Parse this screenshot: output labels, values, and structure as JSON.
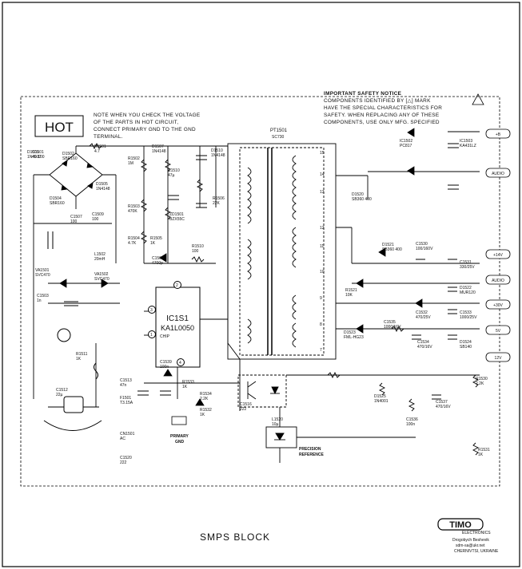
{
  "hot_label": "HOT",
  "check_note": [
    "NOTE WHEN YOU CHECK THE VOLTAGE",
    "OF THE PARTS IN HOT CIRCUIT,",
    "CONNECT PRIMARY GND TO THE GND",
    "TERMINAL."
  ],
  "safety_notice": {
    "title": "IMPORTANT SAFETY NOTICE",
    "lines": [
      "COMPONENTS IDENTIFIED BY [△] MARK",
      "HAVE THE SPECIAL CHARACTERISTICS FOR",
      "SAFETY. WHEN REPLACING ANY OF THESE",
      "COMPONENTS, USE ONLY MFG. SPECIFIED"
    ]
  },
  "transformer": {
    "ref": "PT1501",
    "part": "SC730"
  },
  "ic": {
    "ref": "IC1S1",
    "part": "KA1L0050",
    "label": "CHIP"
  },
  "precision_reference": [
    "PRECISION",
    "REFERENCE"
  ],
  "primary_gnd": [
    "PRIMARY",
    "GND"
  ],
  "outputs": [
    "+B",
    "AUDIO",
    "+14V",
    "AUDIO",
    "+30V",
    "5V",
    "12V"
  ],
  "pin_numbers": [
    "15",
    "14",
    "13",
    "12",
    "11",
    "10",
    "9",
    "8",
    "7"
  ],
  "ic_pins": [
    "1",
    "2",
    "3",
    "4"
  ],
  "components": [
    {
      "ref": "D1501",
      "val": "1N4937"
    },
    {
      "ref": "D1502",
      "val": "SBR160"
    },
    {
      "ref": "D1504",
      "val": "SBR160"
    },
    {
      "ref": "D1505",
      "val": "1N4148"
    },
    {
      "ref": "C1501",
      "val": "40-100"
    },
    {
      "ref": "C1507",
      "val": "100"
    },
    {
      "ref": "C1509",
      "val": "100"
    },
    {
      "ref": "L1502",
      "val": "20mH"
    },
    {
      "ref": "VA1501",
      "val": "SVC470"
    },
    {
      "ref": "VA1502",
      "val": "SVC470"
    },
    {
      "ref": "C1503",
      "val": "1n"
    },
    {
      "ref": "R1501",
      "val": "4.7"
    },
    {
      "ref": "R1502",
      "val": "1M"
    },
    {
      "ref": "R1503",
      "val": "470K"
    },
    {
      "ref": "R1504",
      "val": "4.7K"
    },
    {
      "ref": "R1505",
      "val": "1K"
    },
    {
      "ref": "C1505",
      "val": "4700p"
    },
    {
      "ref": "D1507",
      "val": "1N4148"
    },
    {
      "ref": "D1510",
      "val": "1N4148"
    },
    {
      "ref": "ZD1501",
      "val": "BZX55C"
    },
    {
      "ref": "R1506",
      "val": "22K"
    },
    {
      "ref": "C1510",
      "val": "47µ"
    },
    {
      "ref": "R1510",
      "val": "100"
    },
    {
      "ref": "C1513",
      "val": "47n"
    },
    {
      "ref": "R1511",
      "val": "1K"
    },
    {
      "ref": "C1512",
      "val": "22µ"
    },
    {
      "ref": "F1501",
      "val": "T3.15A"
    },
    {
      "ref": "CN1501",
      "val": "AC"
    },
    {
      "ref": "C1520",
      "val": "222"
    },
    {
      "ref": "C1516",
      "val": "222"
    },
    {
      "ref": "L1520",
      "val": "10µ"
    },
    {
      "ref": "IC1502",
      "val": "PC817"
    },
    {
      "ref": "IC1503",
      "val": "KA431LZ"
    },
    {
      "ref": "D1520",
      "val": "SB360 400"
    },
    {
      "ref": "D1521",
      "val": "SB360 400"
    },
    {
      "ref": "C1530",
      "val": "100/160V"
    },
    {
      "ref": "C1531",
      "val": "330/25V"
    },
    {
      "ref": "R1521",
      "val": "10K"
    },
    {
      "ref": "D1522",
      "val": "MUR120"
    },
    {
      "ref": "C1532",
      "val": "470/25V"
    },
    {
      "ref": "C1533",
      "val": "1000/25V"
    },
    {
      "ref": "D1523",
      "val": "FML-HG23"
    },
    {
      "ref": "C1534",
      "val": "470/16V"
    },
    {
      "ref": "D1524",
      "val": "SB140"
    },
    {
      "ref": "C1535",
      "val": "1000/16V"
    },
    {
      "ref": "D1525",
      "val": "1N4001"
    },
    {
      "ref": "C1536",
      "val": "100n"
    },
    {
      "ref": "C1537",
      "val": "470/16V"
    },
    {
      "ref": "R1530",
      "val": "2.2K"
    },
    {
      "ref": "R1531",
      "val": "1K"
    },
    {
      "ref": "R1532",
      "val": "1K"
    },
    {
      "ref": "C1539",
      "val": "100n"
    },
    {
      "ref": "R1533",
      "val": "1K"
    },
    {
      "ref": "R1534",
      "val": "2.2K"
    }
  ],
  "logo": {
    "text": "TIMO",
    "sub": "ELECTRONICS"
  },
  "footer": [
    "Drogobych Beshevik",
    "sdm-sa@ukr.net",
    "CHERNIVTSI, UKRAINE"
  ],
  "block_title": "SMPS BLOCK"
}
